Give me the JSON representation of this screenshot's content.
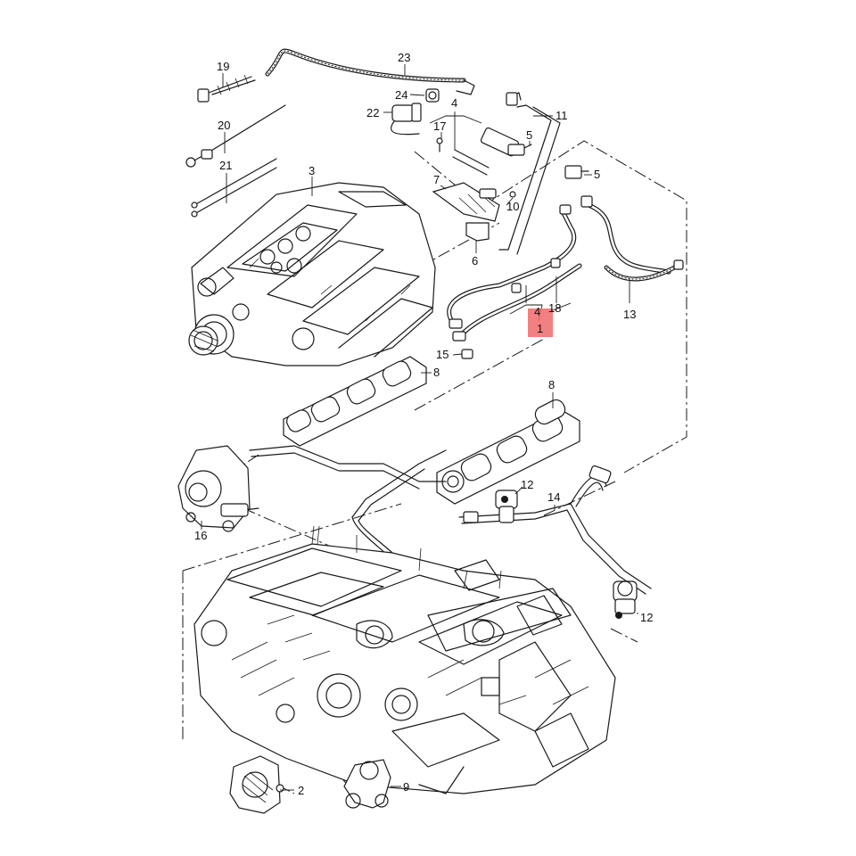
{
  "callouts": [
    {
      "id": "c19",
      "text": "19"
    },
    {
      "id": "c23",
      "text": "23"
    },
    {
      "id": "c24",
      "text": "24"
    },
    {
      "id": "c22",
      "text": "22"
    },
    {
      "id": "c4a",
      "text": "4"
    },
    {
      "id": "c17",
      "text": "17"
    },
    {
      "id": "c11",
      "text": "11"
    },
    {
      "id": "c5a",
      "text": "5"
    },
    {
      "id": "c5b",
      "text": "5"
    },
    {
      "id": "c20",
      "text": "20"
    },
    {
      "id": "c21",
      "text": "21"
    },
    {
      "id": "c3",
      "text": "3"
    },
    {
      "id": "c7",
      "text": "7"
    },
    {
      "id": "c10",
      "text": "10"
    },
    {
      "id": "c6",
      "text": "6"
    },
    {
      "id": "c4b",
      "text": "4"
    },
    {
      "id": "c18",
      "text": "18"
    },
    {
      "id": "c1",
      "text": "1"
    },
    {
      "id": "c13",
      "text": "13"
    },
    {
      "id": "c15",
      "text": "15"
    },
    {
      "id": "c8a",
      "text": "8"
    },
    {
      "id": "c8b",
      "text": "8"
    },
    {
      "id": "c12a",
      "text": "12"
    },
    {
      "id": "c14",
      "text": "14"
    },
    {
      "id": "c16",
      "text": "16"
    },
    {
      "id": "c12b",
      "text": "12"
    },
    {
      "id": "c2",
      "text": "2"
    },
    {
      "id": "c9",
      "text": "9"
    }
  ],
  "highlight": {
    "callout": "1",
    "color": "#f06a6a"
  }
}
